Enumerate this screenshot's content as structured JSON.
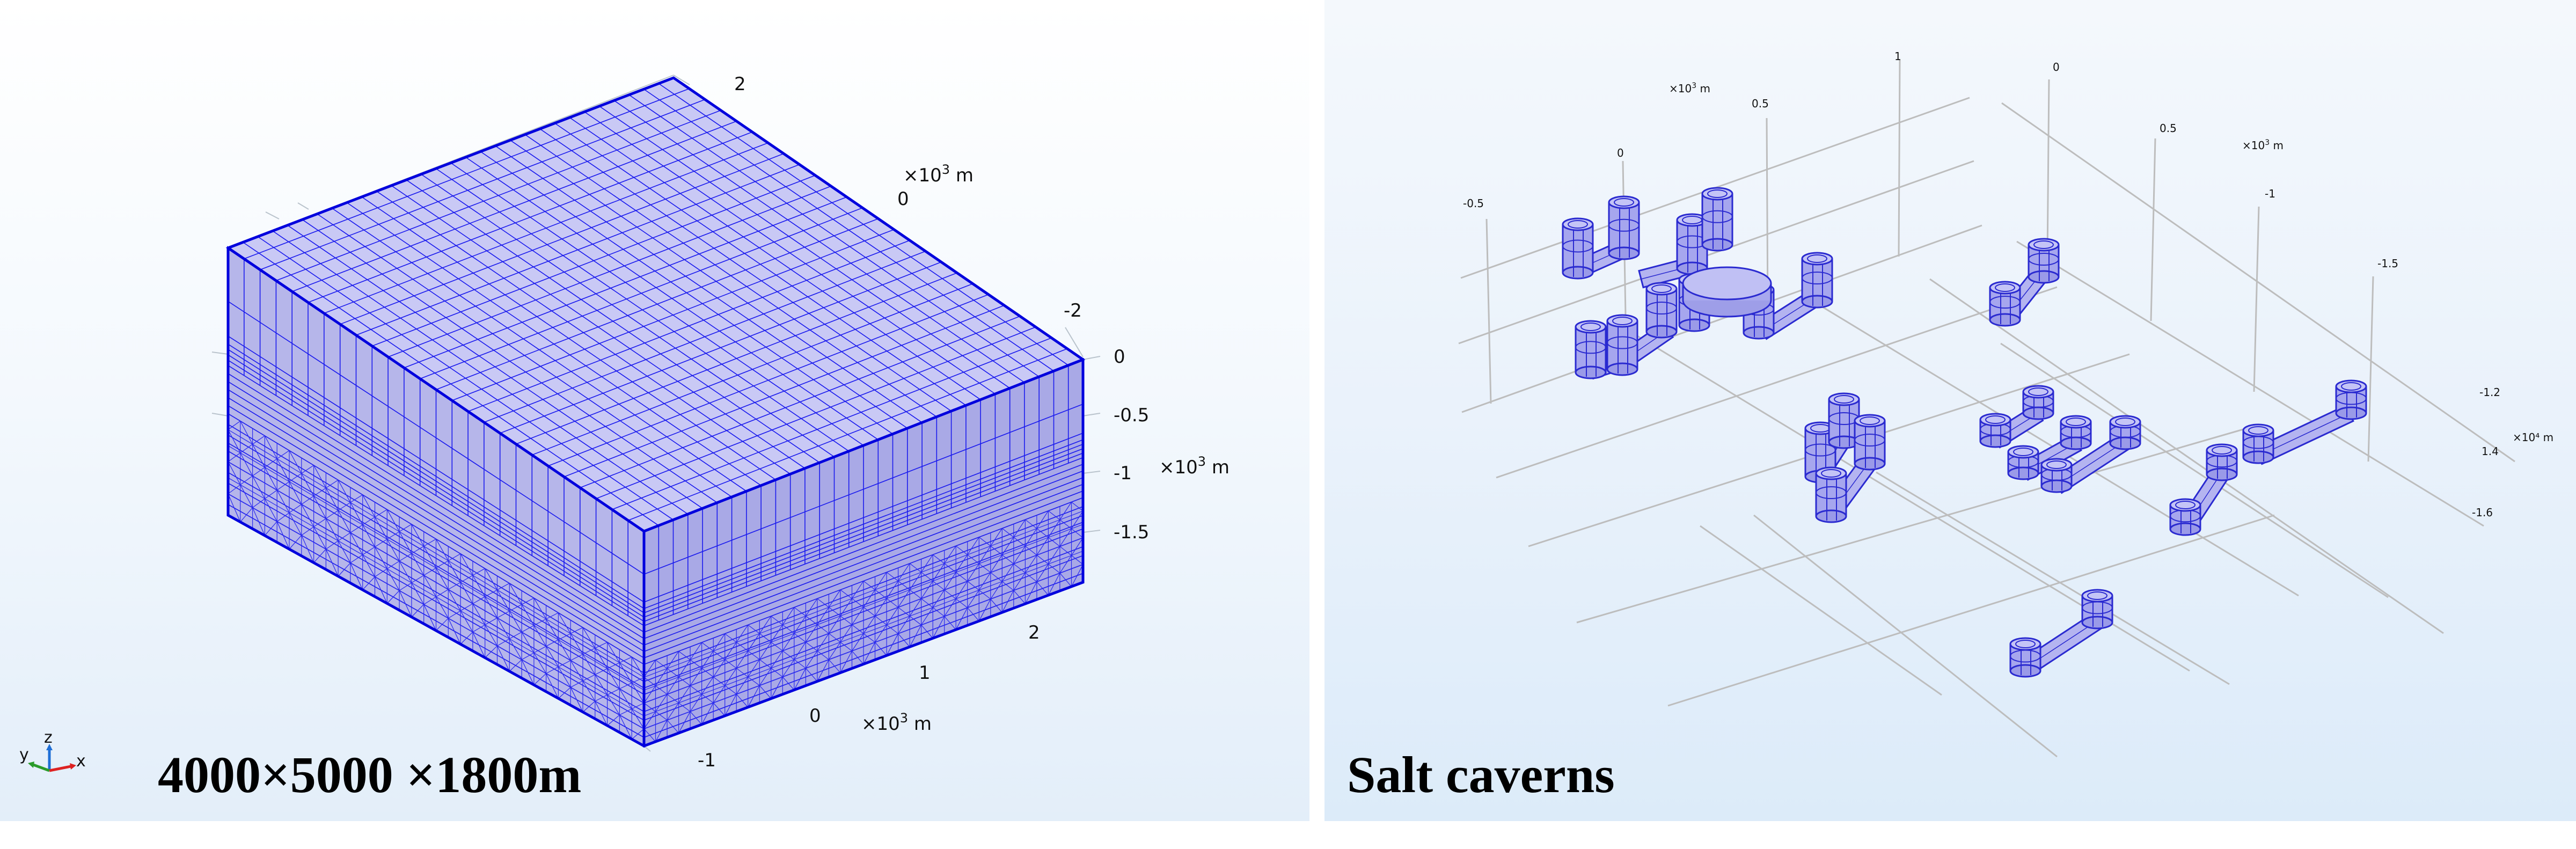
{
  "left_panel": {
    "caption": "4000×5000 ×1800m",
    "axis_unit": "×10³ m",
    "axis_unit_base": "×10",
    "axis_unit_exp": "3",
    "axis_unit_suffix": " m",
    "top_axis_ticks": [
      "2",
      "0",
      "-2"
    ],
    "depth_axis_ticks": [
      "0",
      "-0.5",
      "-1",
      "-1.5"
    ],
    "front_axis_ticks": [
      "2",
      "1",
      "0",
      "-1"
    ],
    "triad_labels": {
      "x": "x",
      "y": "y",
      "z": "z"
    },
    "colors": {
      "mesh": "#0000ee",
      "top_face": "#c8c8f6",
      "side_face": "#b4b4ea",
      "front_face": "#a8a8e4",
      "background": "#f3f8fd"
    }
  },
  "right_panel": {
    "caption": "Salt caverns",
    "axis_unit": "×10³ m",
    "axis_unit_base": "×10",
    "axis_unit_exp": "3",
    "axis_unit_suffix": " m",
    "back_ticks_left": [
      "-0.5",
      "0",
      "0.5",
      "1"
    ],
    "back_ticks_right": [
      "0",
      "0.5",
      "-1",
      "-1.5"
    ],
    "side_ticks": [
      "-1.2",
      "1.4",
      "-1.6"
    ],
    "side_unit": "×10⁴ m",
    "colors": {
      "cavern": "#a6a6ee",
      "cavern_edge": "#2a2ad0",
      "grid": "#bdbdbd",
      "background": "#eaf2fb"
    }
  }
}
